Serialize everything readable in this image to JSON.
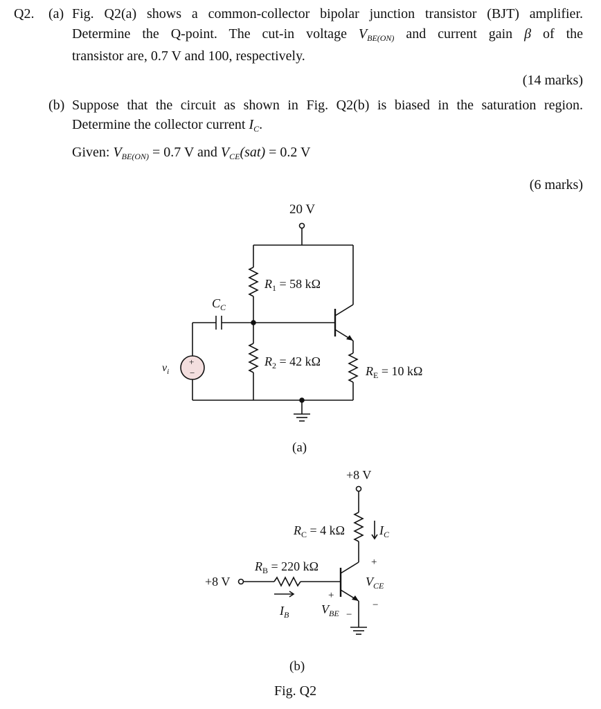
{
  "question": {
    "number": "Q2.",
    "part_a": {
      "label": "(a)",
      "line1": "Fig. Q2(a) shows a common-collector bipolar junction transistor (BJT) amplifier.",
      "line2_pre": "Determine the Q-point. The cut-in voltage",
      "line2_var": "V",
      "line2_sub": "BE(ON)",
      "line2_post": "and current gain",
      "line2_beta": "β",
      "line2_end": "of the",
      "line3": "transistor are, 0.7 V and 100, respectively.",
      "marks": "(14 marks)"
    },
    "part_b": {
      "label": "(b)",
      "line1": "Suppose that the circuit as shown in Fig. Q2(b) is biased in the saturation region.",
      "line2_pre": "Determine the collector current",
      "line2_var": "I",
      "line2_sub": "C",
      "line2_post": ".",
      "given_label": "Given:",
      "given_v1": "V",
      "given_v1_sub": "BE(ON)",
      "given_v1_val": "= 0.7 V and",
      "given_v2": "V",
      "given_v2_sub": "CE",
      "given_v2_paren": "(sat)",
      "given_v2_val": "= 0.2 V",
      "marks": "(6 marks)"
    }
  },
  "fig_a": {
    "supply": "20 V",
    "r1_label": "R",
    "r1_sub": "1",
    "r1_val": " = 58 kΩ",
    "r2_label": "R",
    "r2_sub": "2",
    "r2_val": " = 42 kΩ",
    "re_label": "R",
    "re_sub": "E",
    "re_val": " = 10 kΩ",
    "cc_label": "C",
    "cc_sub": "C",
    "vi_label": "v",
    "vi_sub": "i",
    "source_plus": "+",
    "source_minus": "−",
    "caption": "(a)"
  },
  "fig_b": {
    "supply": "+8 V",
    "rc_label": "R",
    "rc_sub": "C",
    "rc_val": " = 4 kΩ",
    "ic_label": "I",
    "ic_sub": "C",
    "rb_label": "R",
    "rb_sub": "B",
    "rb_val": " = 220 kΩ",
    "vin": "+8 V",
    "ib_label": "I",
    "ib_sub": "B",
    "vbe_plus": "+",
    "vbe_label": "V",
    "vbe_sub": "BE",
    "vbe_minus": "−",
    "vce_plus": "+",
    "vce_label": "V",
    "vce_sub": "CE",
    "vce_minus": "−",
    "caption": "(b)"
  },
  "figure_caption": "Fig. Q2"
}
